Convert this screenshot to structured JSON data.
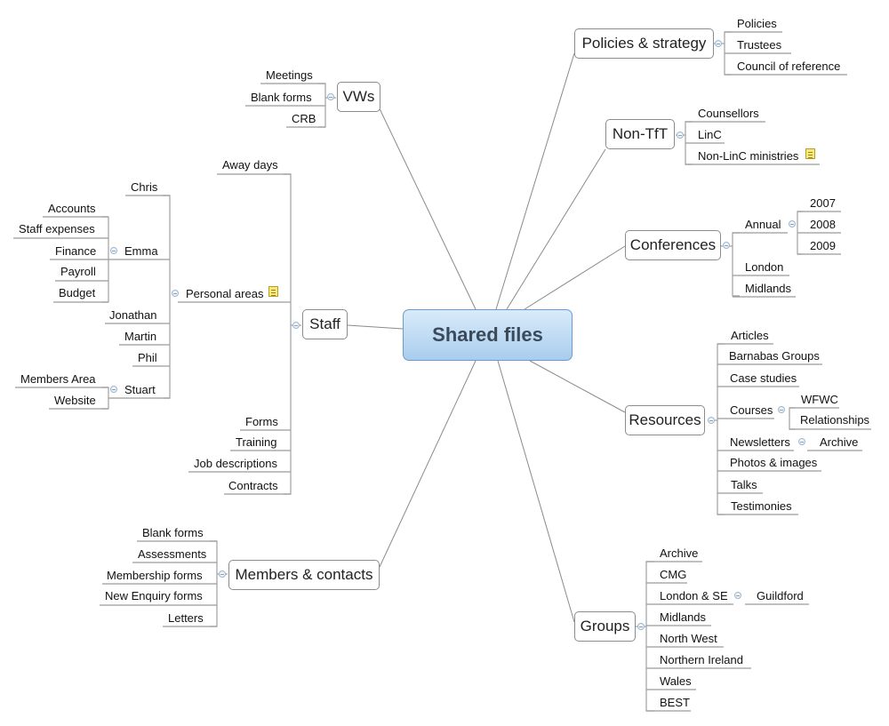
{
  "central": "Shared files",
  "branches": {
    "policies": {
      "label": "Policies & strategy",
      "items": [
        "Policies",
        "Trustees",
        "Council of reference"
      ]
    },
    "nontft": {
      "label": "Non-TfT",
      "items": [
        "Counsellors",
        "LinC",
        "Non-LinC ministries"
      ]
    },
    "conferences": {
      "label": "Conferences",
      "annual": "Annual",
      "years": [
        "2007",
        "2008",
        "2009"
      ],
      "items": [
        "London",
        "Midlands"
      ]
    },
    "resources": {
      "label": "Resources",
      "items": [
        "Articles",
        "Barnabas Groups",
        "Case studies",
        "Courses",
        "Newsletters",
        "Photos & images",
        "Talks",
        "Testimonies"
      ],
      "courses_children": [
        "WFWC",
        "Relationships"
      ],
      "newsletters_children": [
        "Archive"
      ]
    },
    "groups": {
      "label": "Groups",
      "items": [
        "Archive",
        "CMG",
        "London & SE",
        "Midlands",
        "North West",
        "Northern Ireland",
        "Wales",
        "BEST"
      ],
      "london_children": [
        "Guildford"
      ]
    },
    "members": {
      "label": "Members & contacts",
      "items": [
        "Blank forms",
        "Assessments",
        "Membership forms",
        "New Enquiry forms",
        "Letters"
      ]
    },
    "vws": {
      "label": "VWs",
      "items": [
        "Meetings",
        "Blank forms",
        "CRB"
      ]
    },
    "staff": {
      "label": "Staff",
      "items": [
        "Away days",
        "Personal areas",
        "Forms",
        "Training",
        "Job descriptions",
        "Contracts"
      ],
      "personal": [
        "Chris",
        "Emma",
        "Jonathan",
        "Martin",
        "Phil",
        "Stuart"
      ],
      "emma_children": [
        "Accounts",
        "Staff expenses",
        "Finance",
        "Payroll",
        "Budget"
      ],
      "stuart_children": [
        "Members Area",
        "Website"
      ]
    }
  },
  "colors": {
    "central_top": "#d9ebfa",
    "central_bottom": "#a9cdee",
    "note": "#f7e97a"
  }
}
